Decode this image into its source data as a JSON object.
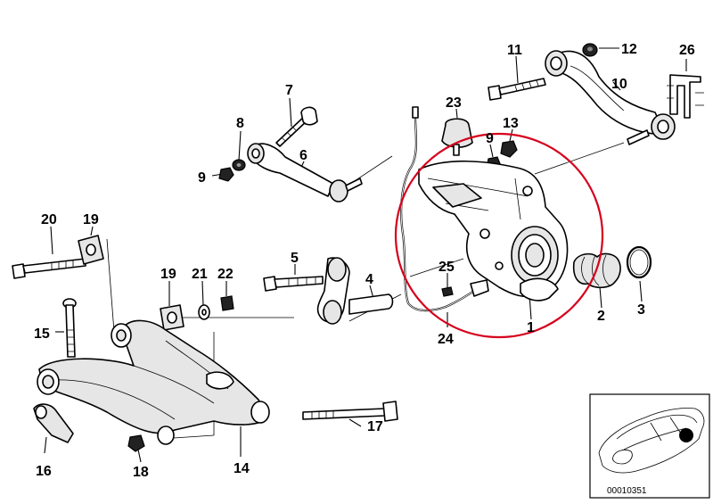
{
  "diagram": {
    "callouts": [
      "1",
      "2",
      "3",
      "4",
      "5",
      "6",
      "7",
      "8",
      "9",
      "9",
      "10",
      "11",
      "12",
      "13",
      "14",
      "15",
      "16",
      "17",
      "18",
      "19",
      "19",
      "20",
      "21",
      "22",
      "23",
      "24",
      "25",
      "26"
    ],
    "reference_number": "00010351",
    "highlight_color": "#d6001c"
  }
}
